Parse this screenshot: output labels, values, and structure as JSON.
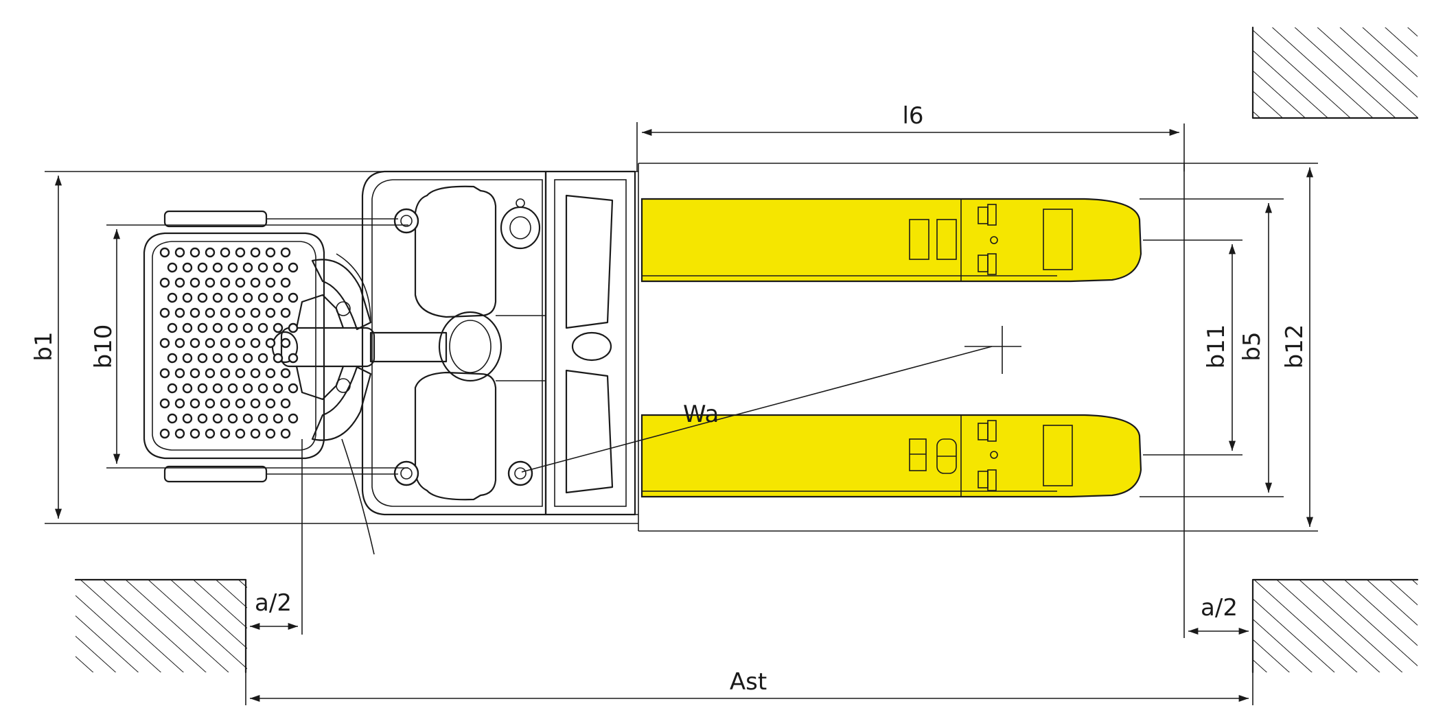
{
  "labels": {
    "l6": "l6",
    "b1": "b1",
    "b10": "b10",
    "b11": "b11",
    "b5": "b5",
    "b12": "b12",
    "wa": "Wa",
    "a_half_left": "a/2",
    "a_half_right": "a/2",
    "ast": "Ast"
  },
  "colors": {
    "fork": "#f5e600",
    "line": "#1a1a1a",
    "background": "#ffffff"
  }
}
